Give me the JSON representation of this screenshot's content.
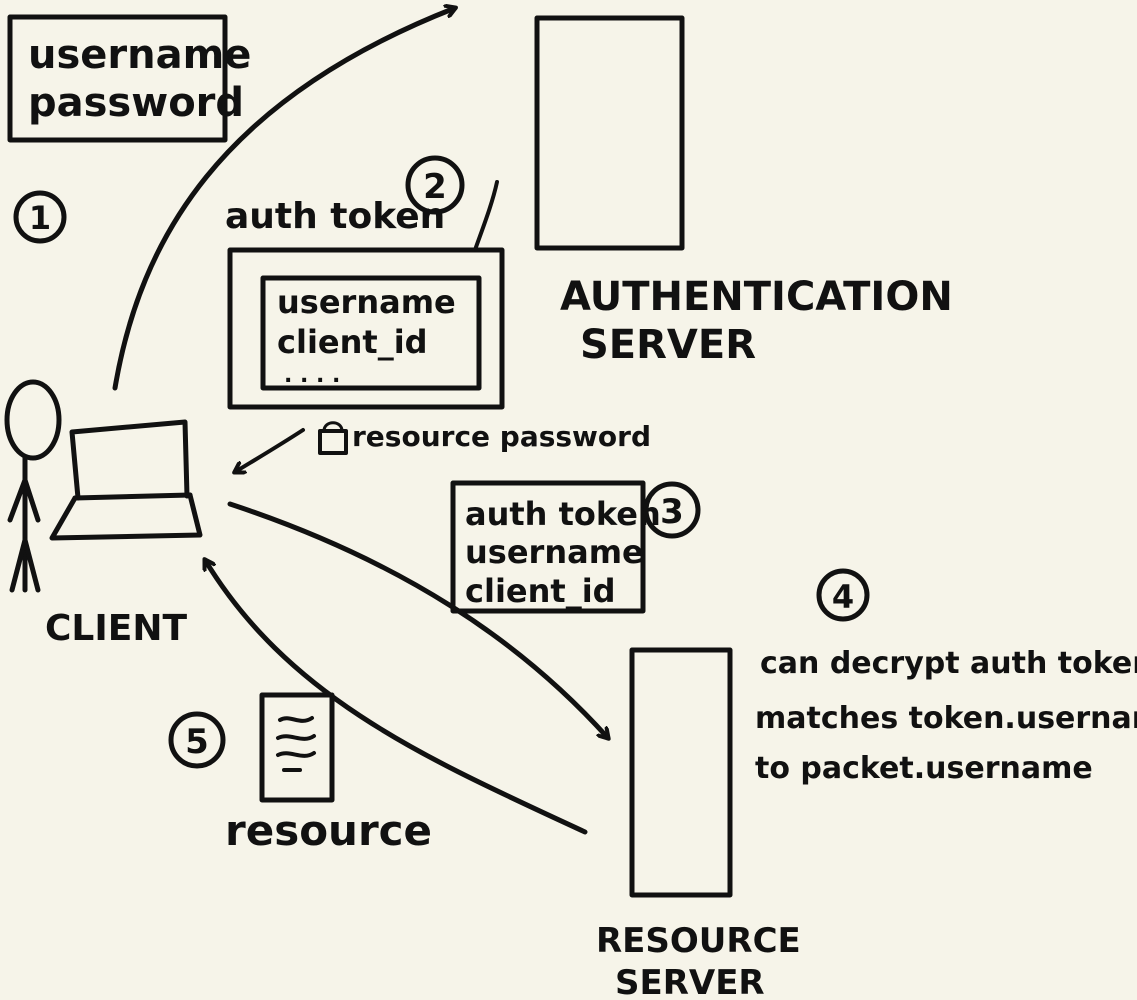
{
  "colors": {
    "background": "#f6f4e9",
    "ink": "#111111"
  },
  "credentials_box": {
    "line1": "username",
    "line2": "password"
  },
  "steps": {
    "step1": "1",
    "step2": "2",
    "step3": "3",
    "step4": "4",
    "step5": "5"
  },
  "auth_token_label": "auth token",
  "token_box": {
    "line1": "username",
    "line2": "client_id",
    "line3": ". . . ."
  },
  "auth_server_label": {
    "line1": "AUTHENTICATION",
    "line2": "SERVER"
  },
  "resource_password_label": "resource password",
  "packet_box": {
    "line1": "auth token",
    "line2": "username",
    "line3": "client_id"
  },
  "client_label": "CLIENT",
  "resource_server_note": {
    "line1": "can decrypt auth token",
    "line2": "matches token.username",
    "line3": "to packet.username"
  },
  "resource_label": "resource",
  "resource_server_label": {
    "line1": "RESOURCE",
    "line2": "SERVER"
  },
  "icons": {
    "person": "stick-figure-icon",
    "laptop": "laptop-icon",
    "lock": "lock-icon",
    "document": "document-icon"
  }
}
